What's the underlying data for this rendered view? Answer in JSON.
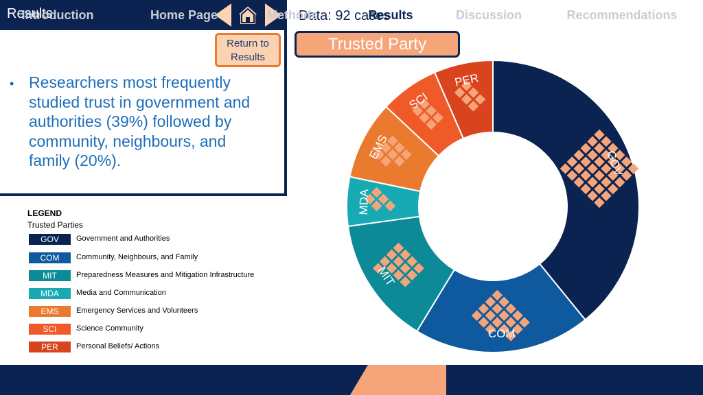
{
  "header": {
    "title": "Results"
  },
  "return_button": {
    "label": "Return to\nResults"
  },
  "bullet": {
    "text": "Researchers most frequently studied trust in government and authorities (39%) followed by community, neighbours, and family (20%)."
  },
  "caption": "Data: 92 cases",
  "trusted_party_label": "Trusted Party",
  "legend": {
    "title": "LEGEND",
    "subtitle": "Trusted Parties",
    "items": [
      {
        "code": "GOV",
        "label": "Government and Authorities",
        "color": "#0b2350"
      },
      {
        "code": "COM",
        "label": "Community, Neighbours, and Family",
        "color": "#0f5a9e"
      },
      {
        "code": "MIT",
        "label": "Preparedness Measures and Mitigation Infrastructure",
        "color": "#0d8a97"
      },
      {
        "code": "MDA",
        "label": "Media and Communication",
        "color": "#17aab4"
      },
      {
        "code": "EMS",
        "label": "Emergency Services and Volunteers",
        "color": "#ea7a2e"
      },
      {
        "code": "SCI",
        "label": "Science Community",
        "color": "#f05a28"
      },
      {
        "code": "PER",
        "label": "Personal Beliefs/ Actions",
        "color": "#d9431e"
      }
    ]
  },
  "chart_data": {
    "type": "pie",
    "style": "donut",
    "total_cases": 92,
    "categories": [
      "GOV",
      "COM",
      "MIT",
      "MDA",
      "EMS",
      "SCI",
      "PER"
    ],
    "values": [
      36,
      18,
      13,
      5,
      8,
      6,
      6
    ],
    "colors": [
      "#0b2350",
      "#0f5a9e",
      "#0d8a97",
      "#17aab4",
      "#ea7a2e",
      "#f05a28",
      "#d9431e"
    ],
    "slice_labels": [
      "GOV",
      "COM",
      "MIT",
      "MDA",
      "EMS",
      "SCI",
      "PER"
    ],
    "marker_color": "#f6a57a"
  },
  "footer": {
    "items": [
      "Introduction",
      "Home Page",
      "Methods",
      "Results",
      "Discussion",
      "Recommendations"
    ],
    "active": "Results",
    "active_color": "#f6a57a"
  }
}
